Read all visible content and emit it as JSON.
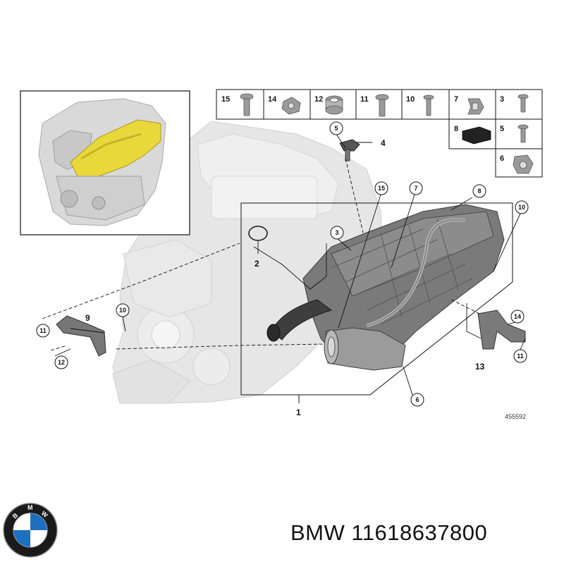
{
  "parts_table": [
    {
      "num": "15",
      "icon": "bolt-flange-icon"
    },
    {
      "num": "14",
      "icon": "clip-nut-icon"
    },
    {
      "num": "12",
      "icon": "bushing-icon"
    },
    {
      "num": "11",
      "icon": "bolt-flange-icon"
    },
    {
      "num": "10",
      "icon": "bolt-thin-icon"
    },
    {
      "num": "7",
      "icon": "clip-icon"
    },
    {
      "num": "3",
      "icon": "bolt-small-icon"
    },
    {
      "num": "8",
      "icon": "foam-pad-icon"
    },
    {
      "num": "5",
      "icon": "bolt-small-icon"
    },
    {
      "num": "6",
      "icon": "clip-holder-icon"
    }
  ],
  "callouts": {
    "c15": "15",
    "c7": "7",
    "c8": "8",
    "c10a": "10",
    "c3": "3",
    "c5": "5",
    "c14": "14",
    "c11a": "11",
    "c11b": "11",
    "c10b": "10",
    "c12": "12",
    "c6": "6"
  },
  "labels": {
    "l4": "4",
    "l2": "2",
    "l9": "9",
    "l13": "13",
    "l1": "1"
  },
  "reference_number": "455592",
  "footer": {
    "brand_part": "BMW 11618637800",
    "logo_letters": [
      "B",
      "M",
      "W"
    ]
  },
  "colors": {
    "highlight": "#e9d83a",
    "line": "#111111",
    "engine_ghost": "#d4d4d4",
    "manifold": "#6e6e6e",
    "bmw_blue": "#1f6fc1",
    "bmw_ring": "#1a1a1a"
  }
}
